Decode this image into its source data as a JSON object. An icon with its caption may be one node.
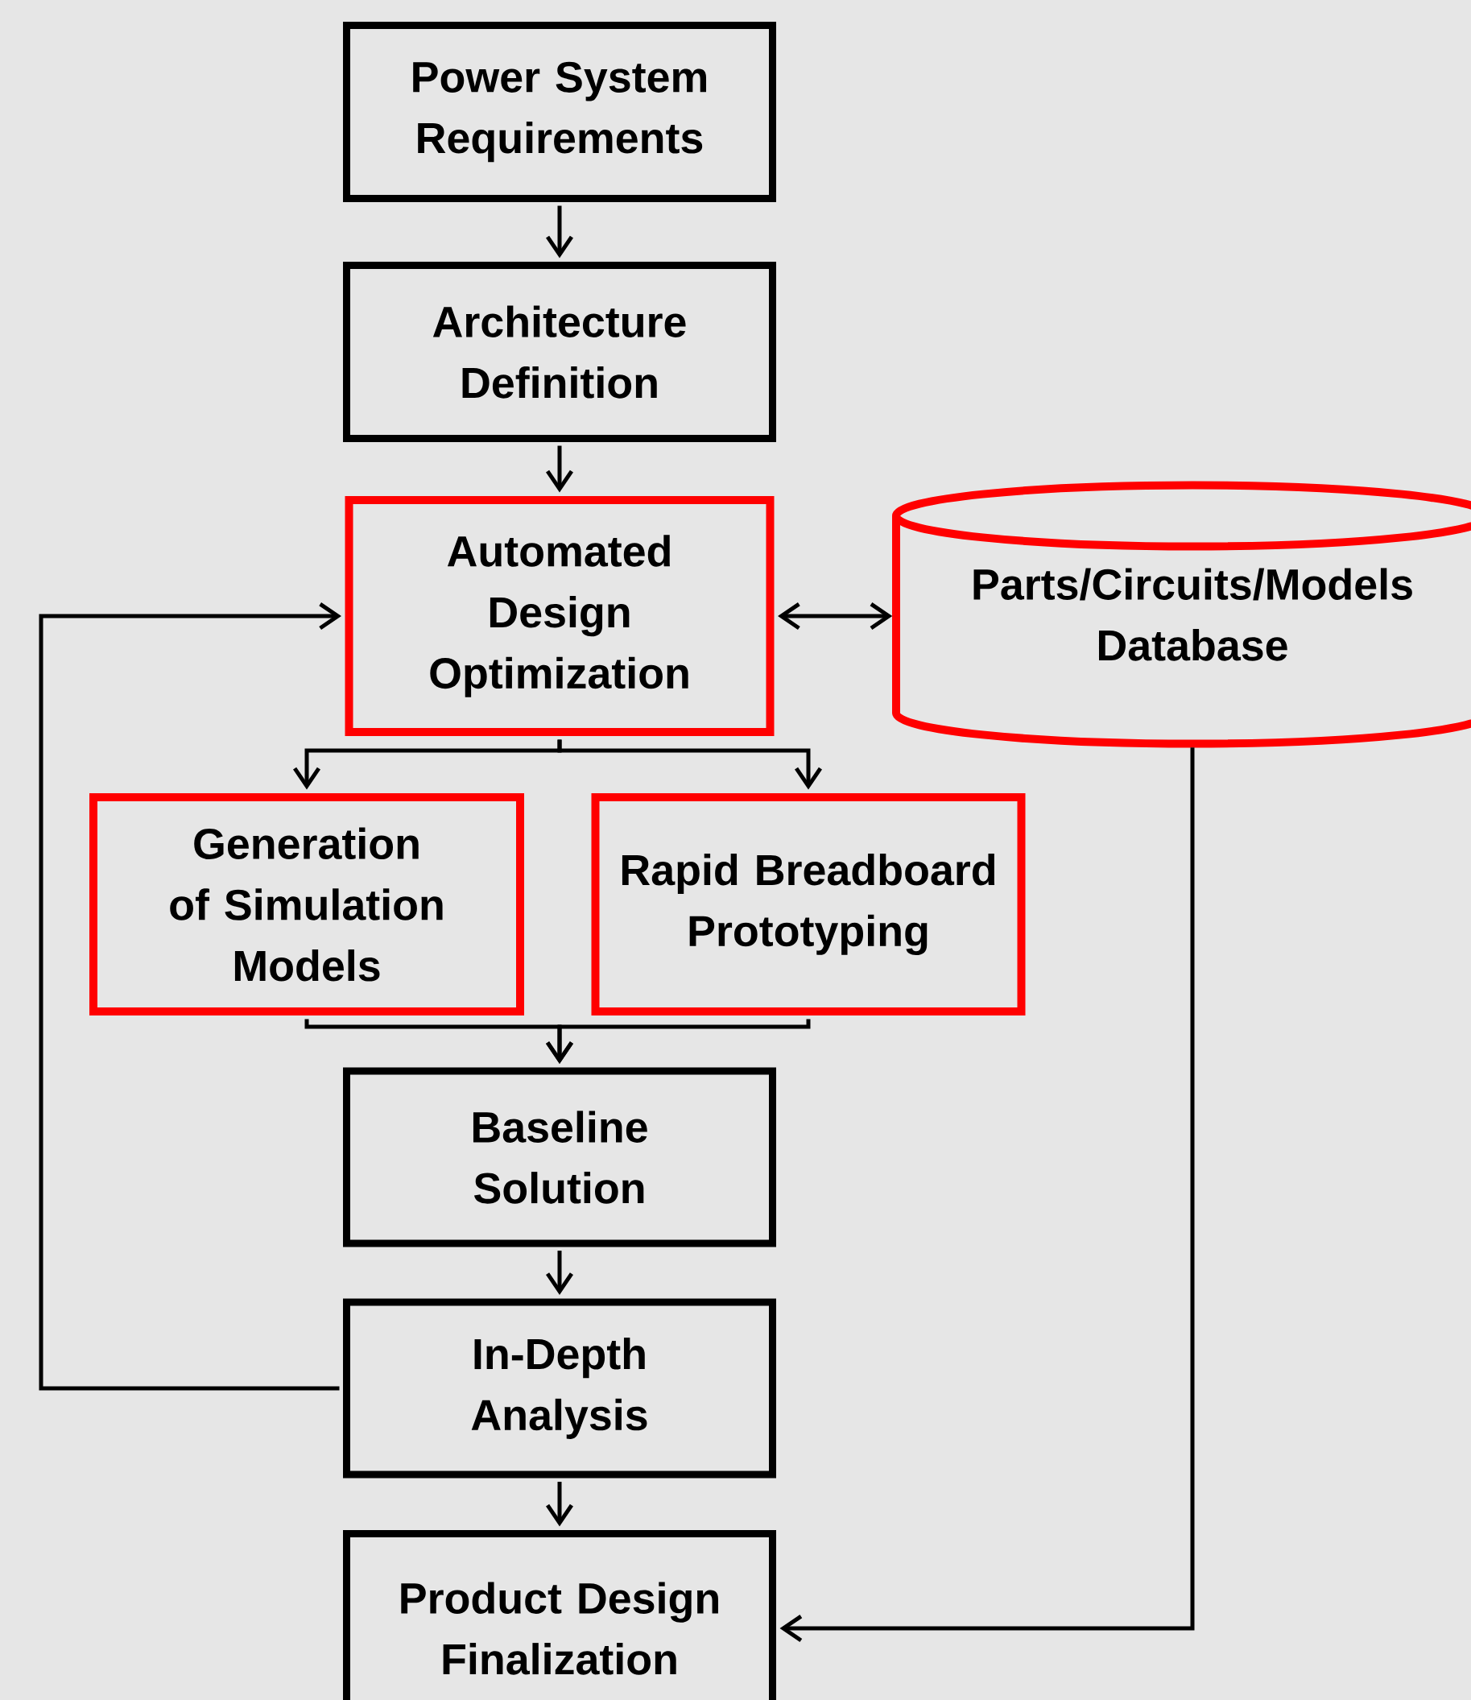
{
  "diagram": {
    "nodes": [
      {
        "text": [
          "Power System Requirements"
        ]
      },
      {
        "text": [
          "Architecture Definition"
        ]
      },
      {
        "text": [
          "Automated Design Optimization"
        ]
      },
      {
        "text": [
          "Parts/Circuits/Models Database"
        ]
      },
      {
        "text": [
          "Generation of Simulation Models"
        ]
      },
      {
        "text": [
          "Rapid Breadboard Prototyping"
        ]
      },
      {
        "text": [
          "Baseline Solution"
        ]
      },
      {
        "text": [
          "In-Depth Analysis"
        ]
      },
      {
        "text": [
          "Product Design Finalization"
        ]
      }
    ],
    "edges": [
      {
        "from": 0,
        "to": 1,
        "arrow": "to"
      },
      {
        "from": 1,
        "to": 2,
        "arrow": "to"
      },
      {
        "from": 2,
        "to": 3,
        "arrow": "both"
      },
      {
        "from": 2,
        "to": 4,
        "arrow": "to"
      },
      {
        "from": 2,
        "to": 5,
        "arrow": "to"
      },
      {
        "from": 4,
        "to": 6,
        "arrow": "to"
      },
      {
        "from": 5,
        "to": 6,
        "arrow": "to"
      },
      {
        "from": 6,
        "to": 7,
        "arrow": "to"
      },
      {
        "from": 7,
        "to": 2,
        "arrow": "to"
      },
      {
        "from": 3,
        "to": 8,
        "arrow": "to"
      },
      {
        "from": 7,
        "to": 8,
        "arrow": "to"
      }
    ]
  }
}
